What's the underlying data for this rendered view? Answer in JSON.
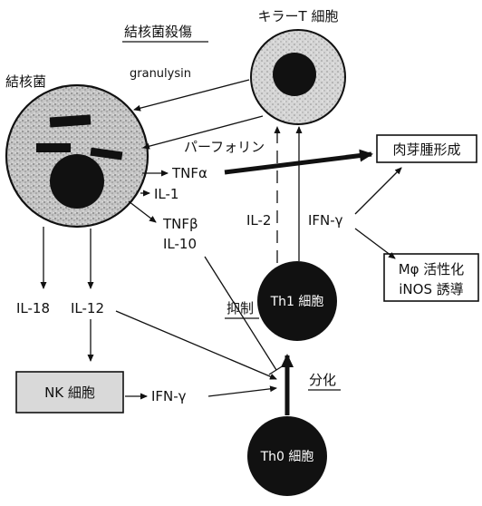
{
  "labels": {
    "tb_killing": "結核菌殺傷",
    "killer_t": "キラーT 細胞",
    "tuberculosis": "結核菌",
    "granulysin": "granulysin",
    "perforin": "パーフォリン",
    "tnf_alpha": "TNFα",
    "il1": "IL-1",
    "tnf_beta": "TNFβ",
    "il10": "IL-10",
    "il2": "IL-2",
    "ifn_gamma_top": "IFN-γ",
    "granuloma": "肉芽腫形成",
    "mphi_activation": "Mφ 活性化",
    "inos_induction": "iNOS 誘導",
    "th1_cell": "Th1 細胞",
    "th0_cell": "Th0 細胞",
    "il18": "IL-18",
    "il12": "IL-12",
    "suppression": "抑制",
    "differentiation": "分化",
    "nk_cell": "NK 細胞",
    "ifn_gamma_bottom": "IFN-γ"
  },
  "colors": {
    "ink": "#111111",
    "cell_fill": "#bcbcbc",
    "nk_fill": "#d9d9d9"
  }
}
